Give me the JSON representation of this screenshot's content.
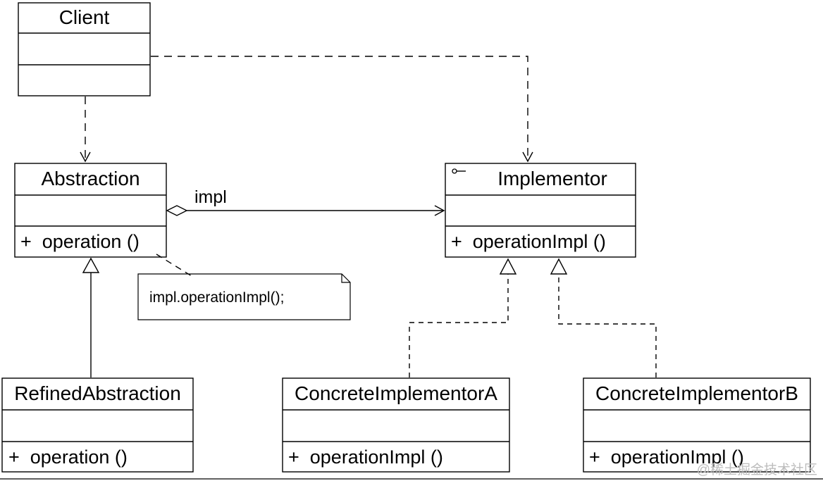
{
  "classes": {
    "client": {
      "name": "Client"
    },
    "abstraction": {
      "name": "Abstraction",
      "operation": "+  operation ()"
    },
    "implementor": {
      "name": "Implementor",
      "operation": "+  operationImpl ()"
    },
    "refined_abstraction": {
      "name": "RefinedAbstraction",
      "operation": "+  operation ()"
    },
    "concrete_implementor_a": {
      "name": "ConcreteImplementorA",
      "operation": "+  operationImpl ()"
    },
    "concrete_implementor_b": {
      "name": "ConcreteImplementorB",
      "operation": "+  operationImpl ()"
    }
  },
  "association": {
    "role_label": "impl"
  },
  "note": {
    "text": "impl.operationImpl();"
  },
  "watermark": {
    "text": "@稀土掘金技术社区"
  },
  "colors": {
    "line": "#000000",
    "background": "#ffffff",
    "watermark": "#bdbdbd"
  }
}
